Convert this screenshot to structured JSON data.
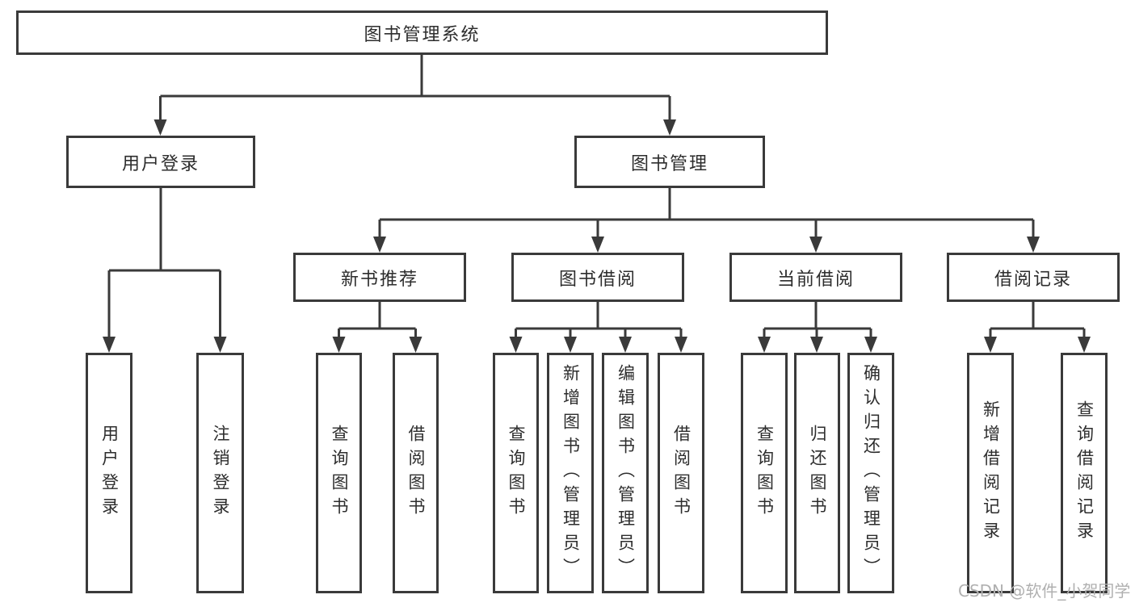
{
  "diagram": {
    "root": {
      "label": "图书管理系统"
    },
    "branches": [
      {
        "label": "用户登录",
        "children": [
          {
            "label": "用户登录"
          },
          {
            "label": "注销登录"
          }
        ]
      },
      {
        "label": "图书管理",
        "children": [
          {
            "label": "新书推荐",
            "children": [
              {
                "label": "查询图书"
              },
              {
                "label": "借阅图书"
              }
            ]
          },
          {
            "label": "图书借阅",
            "children": [
              {
                "label": "查询图书"
              },
              {
                "label": "新增图书（管理员）"
              },
              {
                "label": "编辑图书（管理员）"
              },
              {
                "label": "借阅图书"
              }
            ]
          },
          {
            "label": "当前借阅",
            "children": [
              {
                "label": "查询图书"
              },
              {
                "label": "归还图书"
              },
              {
                "label": "确认归还（管理员）"
              }
            ]
          },
          {
            "label": "借阅记录",
            "children": [
              {
                "label": "新增借阅记录"
              },
              {
                "label": "查询借阅记录"
              }
            ]
          }
        ]
      }
    ]
  },
  "watermark": {
    "text": "CSDN @软件_小贺同学"
  },
  "colors": {
    "line": "#3a3a3a",
    "box_border": "#3a3a3a",
    "text": "#2d2d2d",
    "watermark": "#b0b0b0",
    "background": "#ffffff"
  }
}
